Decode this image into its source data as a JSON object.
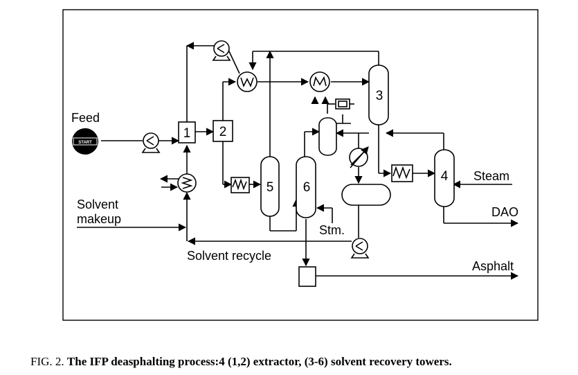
{
  "diagram": {
    "labels": {
      "feed": "Feed",
      "start": "START",
      "solvent_makeup_1": "Solvent",
      "solvent_makeup_2": "makeup",
      "solvent_recycle": "Solvent recycle",
      "steam": "Steam",
      "dao": "DAO",
      "stm": "Stm.",
      "asphalt": "Asphalt"
    },
    "units": {
      "u1": "1",
      "u2": "2",
      "u3": "3",
      "u4": "4",
      "u5": "5",
      "u6": "6"
    }
  },
  "caption": {
    "prefix": "FIG. 2.",
    "text": "The IFP deasphalting process:4 (1,2) extractor, (3-6) solvent recovery towers."
  }
}
